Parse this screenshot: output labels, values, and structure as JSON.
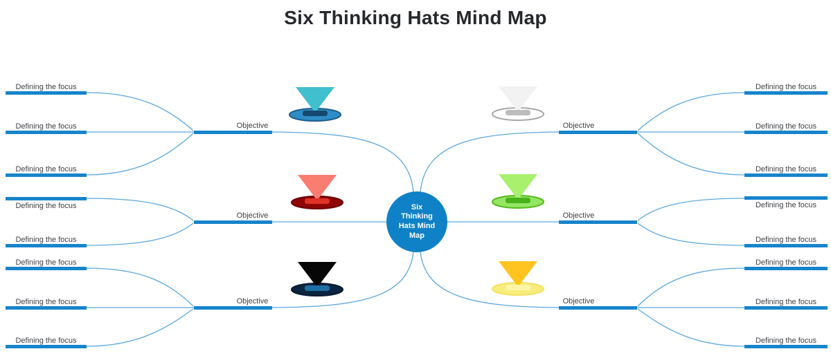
{
  "title": "Six Thinking Hats Mind Map",
  "center": {
    "label": "Six Thinking Hats Mind Map"
  },
  "colors": {
    "background": "#FFFFFF",
    "accent": "#1684CB",
    "connector": "#5AA7DC",
    "title": "#26282C",
    "label": "#3E4044",
    "center_bg": "#0F81C6",
    "center_text": "#FFFFFF"
  },
  "branches": [
    {
      "id": "left-top",
      "hat": {
        "name": "blue-hat",
        "cone": "#41BFCE",
        "brim": "#2F8DC6",
        "brim_border": "#1D5C8C",
        "band": "#15496E"
      },
      "objective": {
        "label": "Objective"
      },
      "children": [
        {
          "label": "Defining the focus"
        },
        {
          "label": "Defining the focus"
        },
        {
          "label": "Defining the focus"
        }
      ]
    },
    {
      "id": "left-middle",
      "hat": {
        "name": "red-hat",
        "cone": "#FA7D72",
        "brim": "#8F0606",
        "brim_border": "#6B0000",
        "band": "#E03226"
      },
      "objective": {
        "label": "Objective"
      },
      "children": [
        {
          "label": "Defining the focus"
        },
        {
          "label": "Defining the focus"
        }
      ]
    },
    {
      "id": "left-bottom",
      "hat": {
        "name": "black-hat",
        "cone": "#070707",
        "brim": "#0B2440",
        "brim_border": "#071A31",
        "band": "#1E6FA3"
      },
      "objective": {
        "label": "Objective"
      },
      "children": [
        {
          "label": "Defining the focus"
        },
        {
          "label": "Defining the focus"
        },
        {
          "label": "Defining the focus"
        }
      ]
    },
    {
      "id": "right-top",
      "hat": {
        "name": "white-hat",
        "cone": "#F2F2F2",
        "brim": "#FFFFFF",
        "brim_border": "#A8A8A8",
        "band": "#BDBDBD"
      },
      "objective": {
        "label": "Objective"
      },
      "children": [
        {
          "label": "Defining the focus"
        },
        {
          "label": "Defining the focus"
        },
        {
          "label": "Defining the focus"
        }
      ]
    },
    {
      "id": "right-middle",
      "hat": {
        "name": "green-hat",
        "cone": "#A9F06E",
        "brim": "#93E662",
        "brim_border": "#55B91F",
        "band": "#47B219"
      },
      "objective": {
        "label": "Objective"
      },
      "children": [
        {
          "label": "Defining the focus"
        },
        {
          "label": "Defining the focus"
        }
      ]
    },
    {
      "id": "right-bottom",
      "hat": {
        "name": "yellow-hat",
        "cone": "#FFC41F",
        "brim": "#F8EC7D",
        "brim_border": "#F2E262",
        "band": "#FDF6A8"
      },
      "objective": {
        "label": "Objective"
      },
      "children": [
        {
          "label": "Defining the focus"
        },
        {
          "label": "Defining the focus"
        },
        {
          "label": "Defining the focus"
        }
      ]
    }
  ]
}
